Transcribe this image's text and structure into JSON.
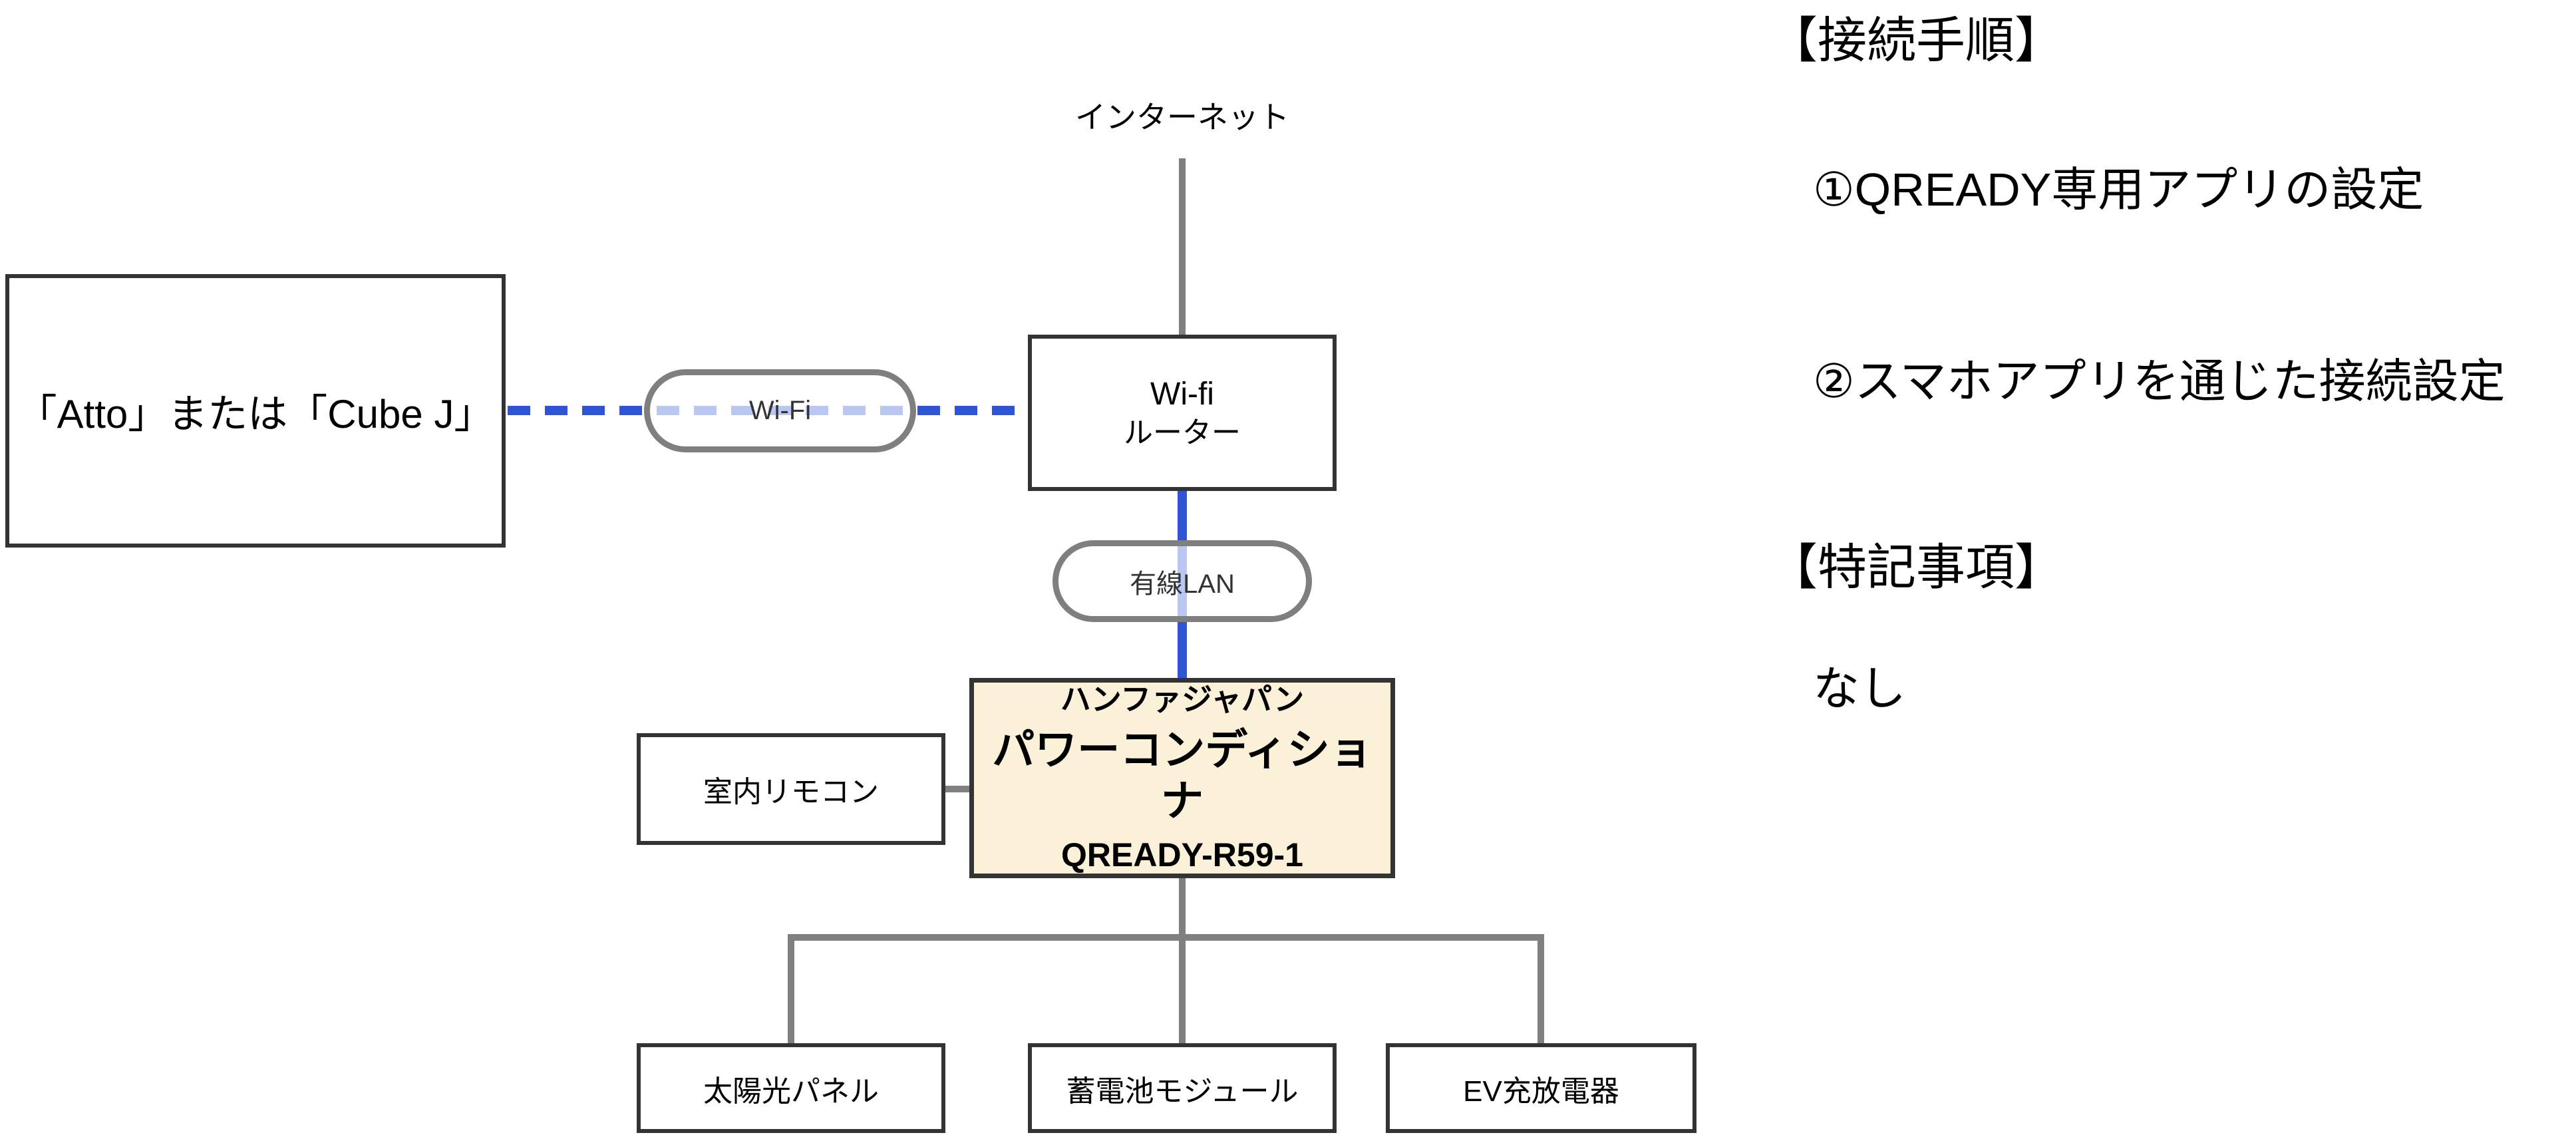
{
  "colors": {
    "accent_blue": "#2F55D4",
    "light_blue_through_pill": "#B9C7EE",
    "line_gray": "#808080",
    "pill_border_gray": "#7F7F7F",
    "box_border_dark": "#333333",
    "powercon_fill_beige": "#FBF0D8"
  },
  "diagram": {
    "internet_label": "インターネット",
    "wifi_pill_label": "Wi-Fi",
    "lan_pill_label": "有線LAN",
    "hems_box_label": "「Atto」または「Cube J」",
    "router": {
      "line1": "Wi-fi",
      "line2": "ルーター"
    },
    "powercon": {
      "line1": "ハンファジャパン",
      "line2": "パワーコンディショナ",
      "line3": "QREADY-R59-1"
    },
    "remote_label": "室内リモコン",
    "solar_label": "太陽光パネル",
    "battery_label": "蓄電池モジュール",
    "ev_label": "EV充放電器"
  },
  "notes": {
    "procedure_title": "【接続手順】",
    "step1": "①QREADY専用アプリの設定",
    "step2": "②スマホアプリを通じた接続設定",
    "special_title": "【特記事項】",
    "special_note": "なし"
  }
}
